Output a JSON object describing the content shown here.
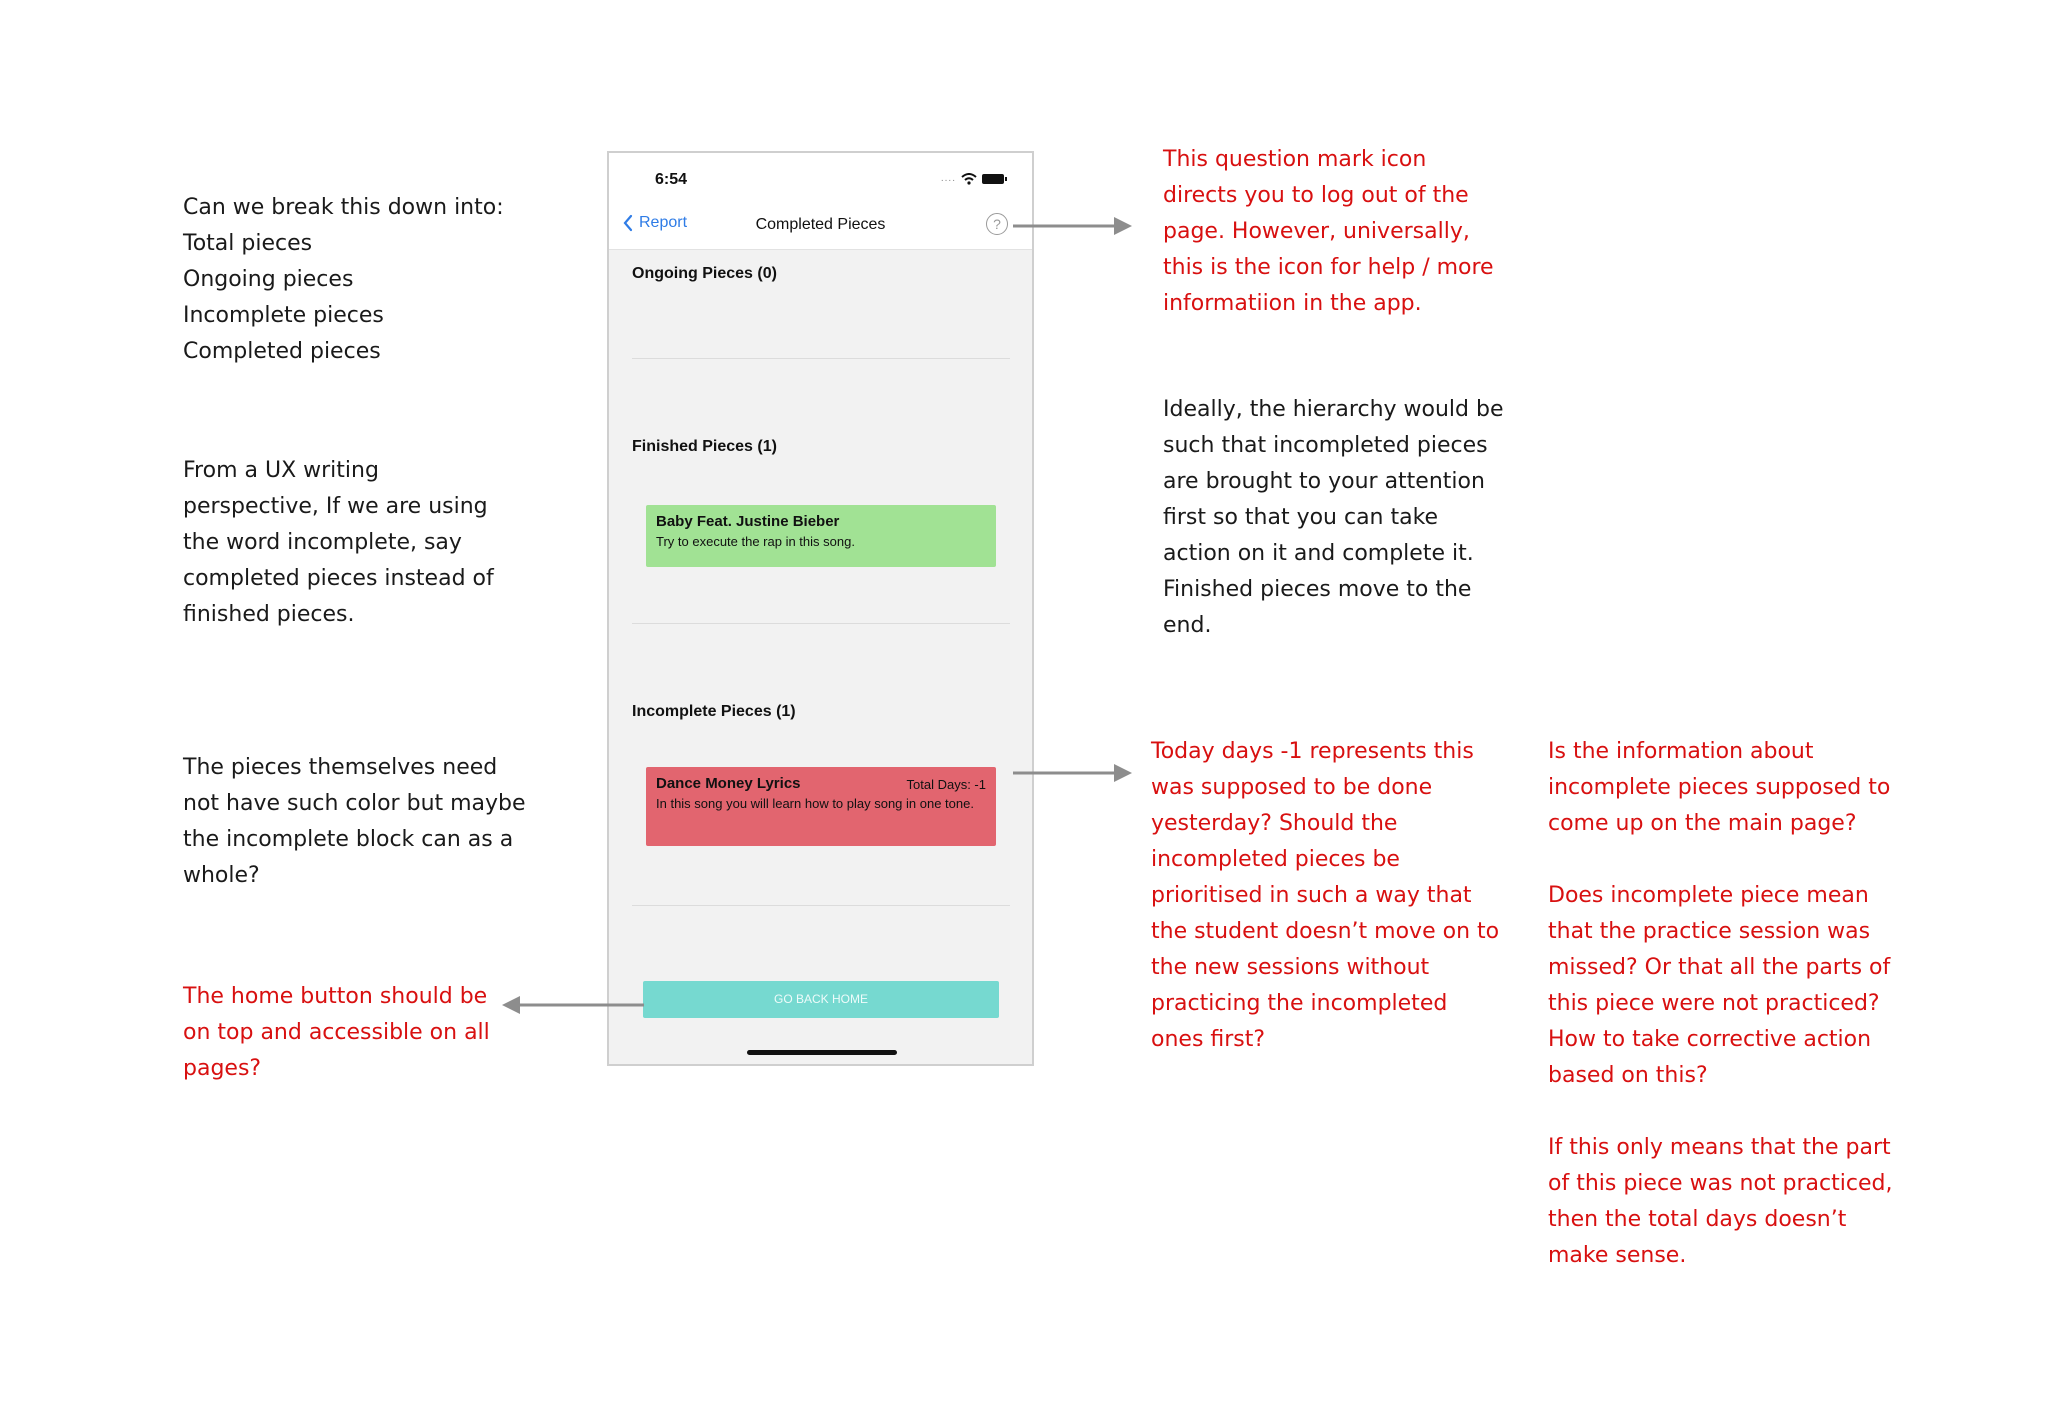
{
  "phone": {
    "status_time": "6:54",
    "nav": {
      "back_label": "Report",
      "title": "Completed Pieces",
      "help_glyph": "?"
    },
    "sections": {
      "ongoing_title": "Ongoing Pieces (0)",
      "finished_title": "Finished Pieces (1)",
      "incomplete_title": "Incomplete Pieces (1)"
    },
    "finished_card": {
      "title": "Baby Feat. Justine Bieber",
      "description": "Try to execute the rap in this song.",
      "color": "#a1e294"
    },
    "incomplete_card": {
      "title": "Dance Money Lyrics",
      "total_days": "Total Days: -1",
      "description": "In this song you will learn how to play song in one tone.",
      "color": "#e2656f"
    },
    "home_button": {
      "label": "GO BACK HOME",
      "color": "#76d9d0"
    },
    "accent_color": "#2f7ce6"
  },
  "notes": {
    "breakdown": "Can we break this down into:\nTotal pieces\nOngoing pieces\nIncomplete pieces\nCompleted pieces",
    "ux_writing": "From a UX writing\nperspective,  If we are using\nthe word incomplete, say\ncompleted pieces instead of\nfinished pieces.",
    "color_note": "The pieces themselves need\nnot have such color but maybe\nthe incomplete block can as a\nwhole?",
    "home_note": "The home button should be\non top and accessible on all\npages?",
    "question_icon_note": "This question mark icon\ndirects you to log out of the\npage. However, universally,\nthis is the icon for help / more\ninformatiion in the app.",
    "hierarchy_note": "Ideally, the hierarchy would be\nsuch that incompleted pieces\nare brought to your attention\nfirst so that you can take\naction on it and complete it.\nFinished pieces move to the\nend.",
    "days_note": "Today days -1 represents this\nwas supposed to be done\nyesterday? Should the\nincompleted pieces be\nprioritised in such a way that\nthe student doesn’t move on to\nthe new sessions without\npracticing the incompleted\nones first?",
    "questions_note": "Is the information about\nincomplete pieces supposed to\ncome up on the main page?\n\nDoes incomplete piece mean\nthat the practice session was\nmissed? Or that all the parts of\nthis piece were not practiced?\nHow to take corrective action\nbased on this?\n\nIf this only means that the part\nof this piece was not practiced,\nthen the total days doesn’t\nmake sense.",
    "annotation_red": "#d81010"
  }
}
